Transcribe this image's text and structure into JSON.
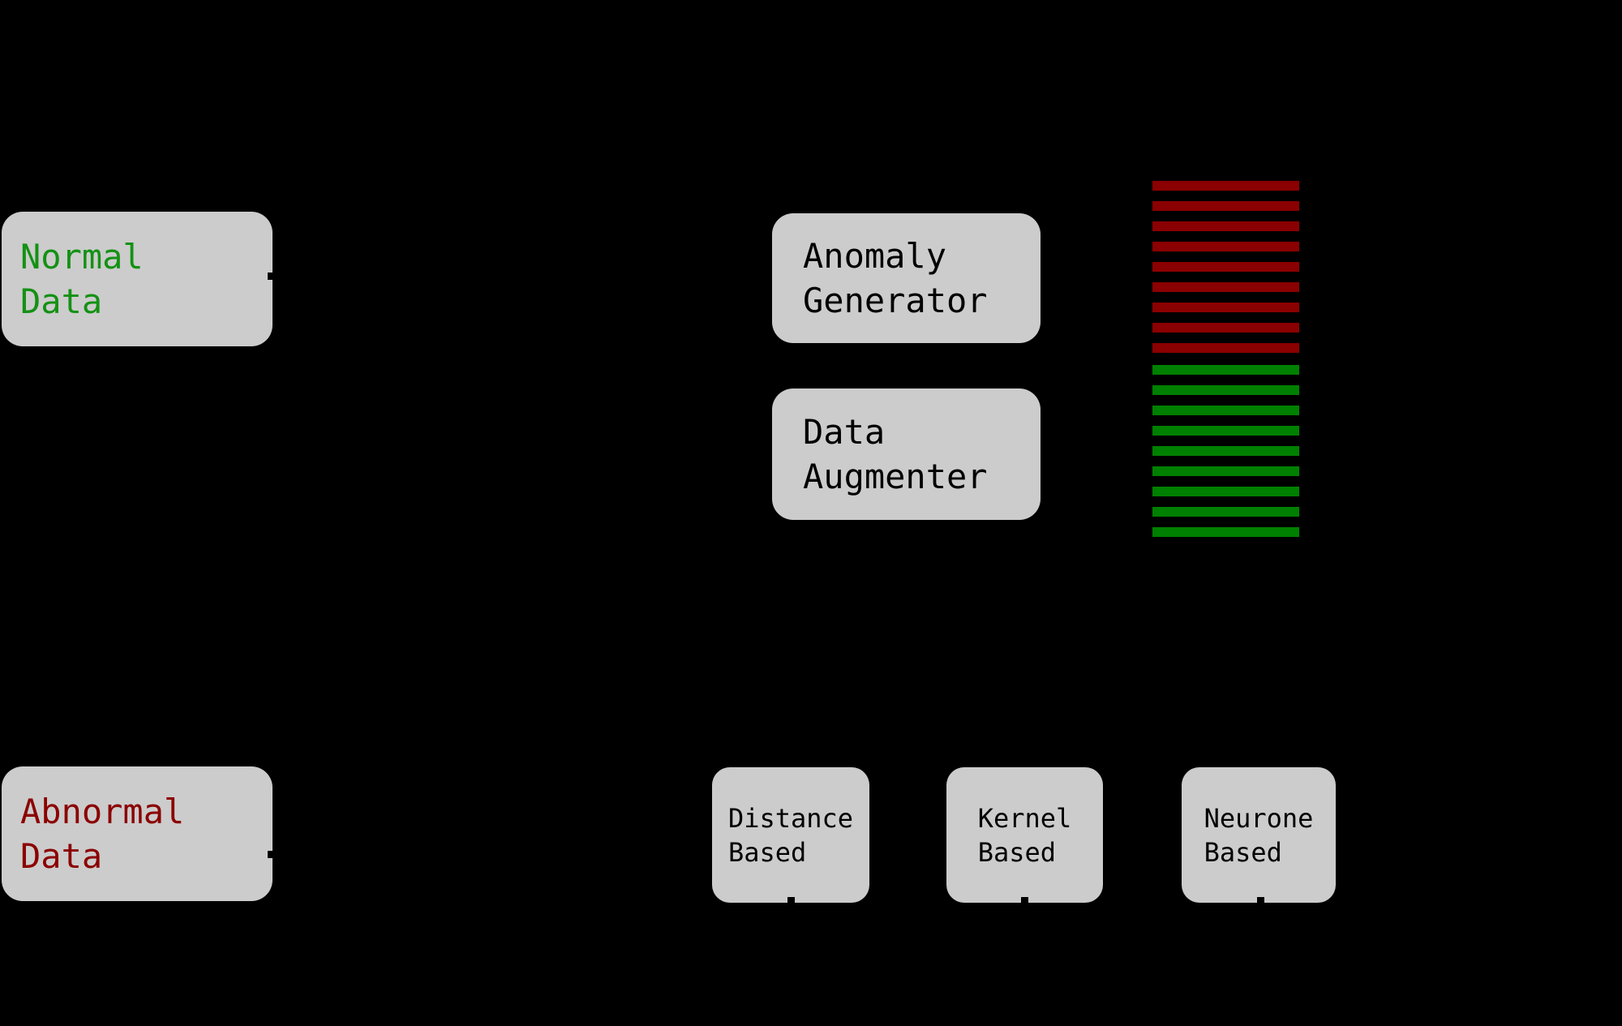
{
  "diagram": {
    "background": "#000000",
    "node_fill": "#cccccc",
    "nodes": {
      "normal_data": {
        "label": "Normal\nData",
        "color": "#149114"
      },
      "abnormal_data": {
        "label": "Abnormal\nData",
        "color": "#8b0000"
      },
      "anomaly_generator": {
        "label": "Anomaly\nGenerator",
        "color": "#000000"
      },
      "data_augmenter": {
        "label": "Data\nAugmenter",
        "color": "#000000"
      },
      "distance_based": {
        "label": "Distance\nBased",
        "color": "#000000"
      },
      "kernel_based": {
        "label": "Kernel\nBased",
        "color": "#000000"
      },
      "neurone_based": {
        "label": "Neurone\nBased",
        "color": "#000000"
      }
    },
    "augmented_dataset": {
      "abnormal_rows": {
        "count": 9,
        "color": "#8b0000"
      },
      "normal_rows": {
        "count": 9,
        "color": "#008000"
      }
    }
  }
}
